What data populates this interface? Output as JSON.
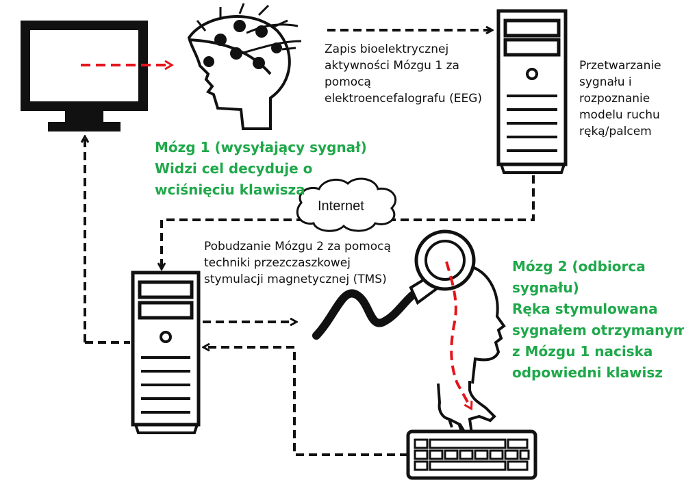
{
  "eeg_label": {
    "lines": [
      "Zapis bioelektrycznej",
      "aktywności Mózgu 1 za",
      "pomocą",
      "elektroencefalografu (EEG)"
    ]
  },
  "processing_label": {
    "lines": [
      "Przetwarzanie",
      "sygnału i",
      "rozpoznanie",
      "modelu ruchu",
      "ręką/palcem"
    ]
  },
  "brain1_label": {
    "lines": [
      "Mózg 1 (wysyłający sygnał)",
      "Widzi cel decyduje o",
      "wciśnięciu klawisza"
    ]
  },
  "internet_label": "Internet",
  "tms_label": {
    "lines": [
      "Pobudzanie Mózgu 2 za pomocą",
      "techniki przezczaszkowej",
      "stymulacji magnetycznej (TMS)"
    ]
  },
  "brain2_label": {
    "lines": [
      "Mózg 2 (odbiorca",
      "sygnału)",
      "Ręka stymulowana",
      "sygnałem otrzymanym",
      "z Mózgu 1 naciska",
      "odpowiedni klawisz"
    ]
  },
  "colors": {
    "highlight_text": "#1fa84a",
    "signal_arrow": "#e4141b",
    "line": "#111111"
  }
}
